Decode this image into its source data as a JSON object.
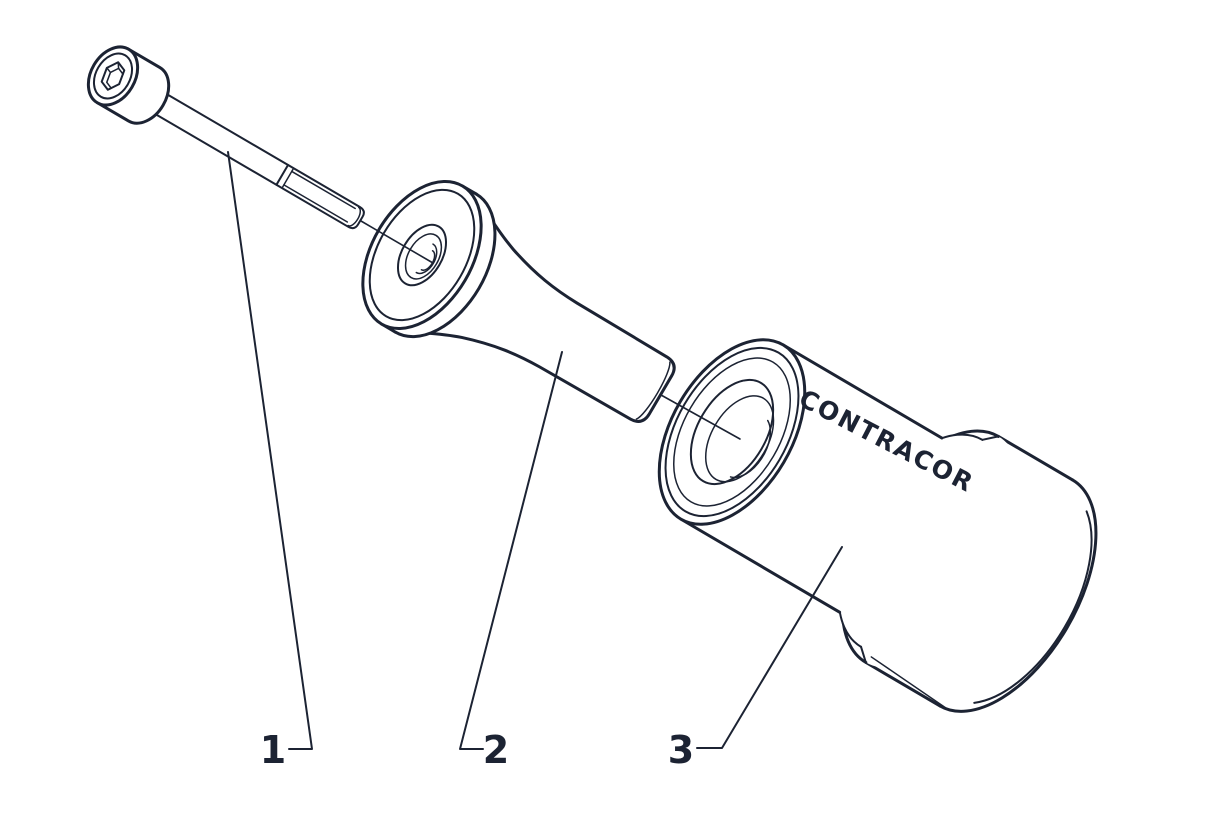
{
  "diagram": {
    "brand_text": "CONTRACOR",
    "part_labels": [
      "1",
      "2",
      "3"
    ]
  },
  "colors": {
    "line": "#1c2333",
    "background": "#ffffff"
  }
}
